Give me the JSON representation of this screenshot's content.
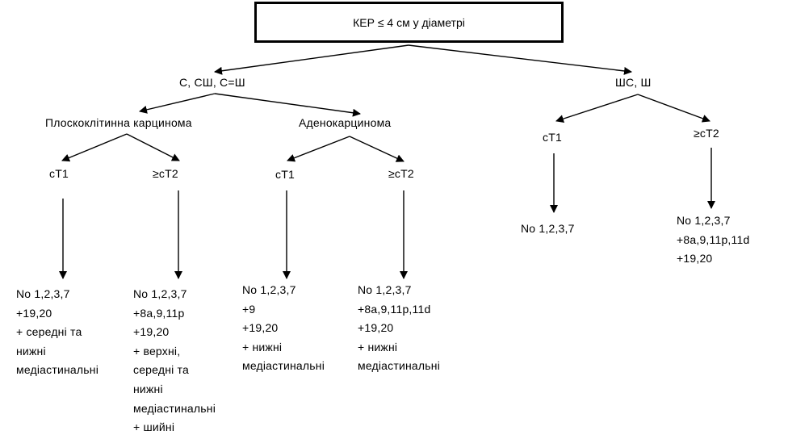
{
  "root": {
    "label": "КЕР ≤ 4 см у діаметрі"
  },
  "level1": {
    "left": "С, СШ, С=Ш",
    "right": "ШС, Ш"
  },
  "level2": {
    "scc": "Плоскоклітинна карцинома",
    "adeno": "Аденокарцинома",
    "right_ct1": "cT1",
    "right_ct2": "≥cT2"
  },
  "level3": {
    "scc_ct1": "cT1",
    "scc_ct2": "≥cT2",
    "adeno_ct1": "cT1",
    "adeno_ct2": "≥cT2"
  },
  "leaves": {
    "scc_ct1": "No 1,2,3,7\n+19,20\n+ середні та\nнижні\nмедіастинальні",
    "scc_ct2": "No 1,2,3,7\n+8a,9,11p\n+19,20\n+ верхні,\nсередні та\nнижні\nмедіастинальні\n+ шийні",
    "adeno_ct1": "No 1,2,3,7\n+9\n+19,20\n+ нижні\nмедіастинальні",
    "adeno_ct2": "No 1,2,3,7\n+8a,9,11p,11d\n+19,20\n+ нижні\nмедіастинальні",
    "right_ct1": "No 1,2,3,7",
    "right_ct2": "No 1,2,3,7\n+8a,9,11p,11d\n+19,20"
  }
}
